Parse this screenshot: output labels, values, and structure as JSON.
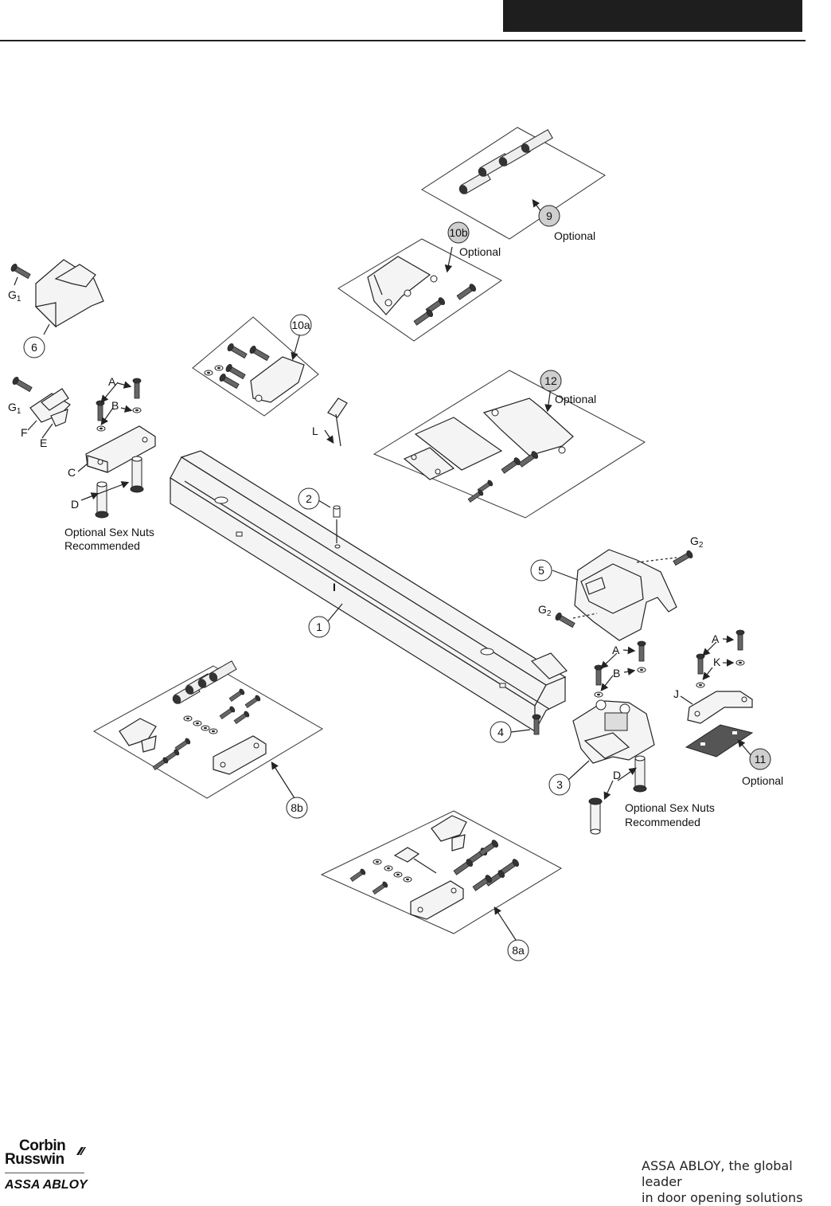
{
  "header": {
    "bar_color": "#1e1e1e"
  },
  "callouts": {
    "c1": "1",
    "c2": "2",
    "c3": "3",
    "c4": "4",
    "c5": "5",
    "c6": "6",
    "c8a": "8a",
    "c8b": "8b",
    "c9": "9",
    "c10a": "10a",
    "c10b": "10b",
    "c11": "11",
    "c12": "12"
  },
  "letters": {
    "A1": "A",
    "A2": "A",
    "A3": "A",
    "B1": "B",
    "B2": "B",
    "C": "C",
    "D1": "D",
    "D2": "D",
    "E": "E",
    "F": "F",
    "G1a": "G",
    "G1a_sub": "1",
    "G1b": "G",
    "G1b_sub": "1",
    "G2a": "G",
    "G2a_sub": "2",
    "G2b": "G",
    "G2b_sub": "2",
    "J": "J",
    "K": "K",
    "L": "L",
    "I": "I"
  },
  "notes": {
    "optional_9": "Optional",
    "optional_10b": "Optional",
    "optional_12": "Optional",
    "optional_11": "Optional",
    "sex_nuts_left_line1": "Optional Sex Nuts",
    "sex_nuts_left_line2": "Recommended",
    "sex_nuts_right_line1": "Optional Sex Nuts",
    "sex_nuts_right_line2": "Recommended"
  },
  "footer": {
    "logo_line1": "Corbin",
    "logo_line2": "Russwin",
    "logo_line3": "ASSA ABLOY",
    "tagline_line1": "ASSA ABLOY, the global leader",
    "tagline_line2": "in door opening solutions"
  },
  "icons": [
    "logo-mark-icon"
  ]
}
